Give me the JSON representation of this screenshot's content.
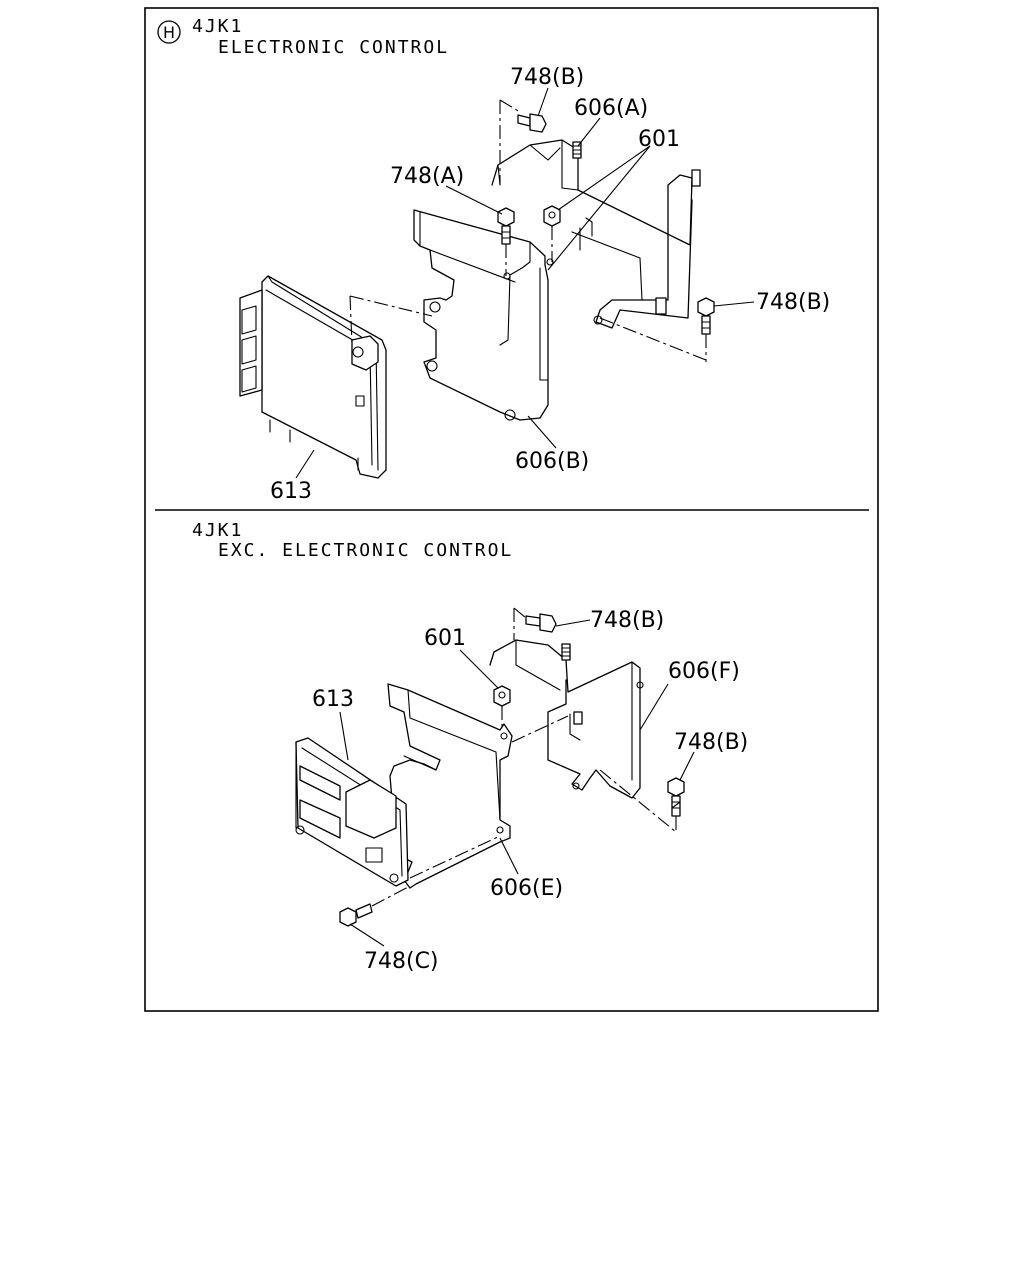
{
  "top_section": {
    "marker": "H",
    "engine": "4JK1",
    "variant": "ELECTRONIC CONTROL",
    "labels": {
      "bolt_748b_top": "748(B)",
      "bracket_606a": "606(A)",
      "nut_601": "601",
      "bolt_748a": "748(A)",
      "bolt_748b_right": "748(B)",
      "bracket_606b": "606(B)",
      "module_613": "613"
    }
  },
  "bottom_section": {
    "engine": "4JK1",
    "variant": "EXC. ELECTRONIC CONTROL",
    "labels": {
      "bolt_748b_top": "748(B)",
      "nut_601": "601",
      "bracket_606f": "606(F)",
      "module_613": "613",
      "bolt_748b_right": "748(B)",
      "bracket_606e": "606(E)",
      "bolt_748c": "748(C)"
    }
  }
}
